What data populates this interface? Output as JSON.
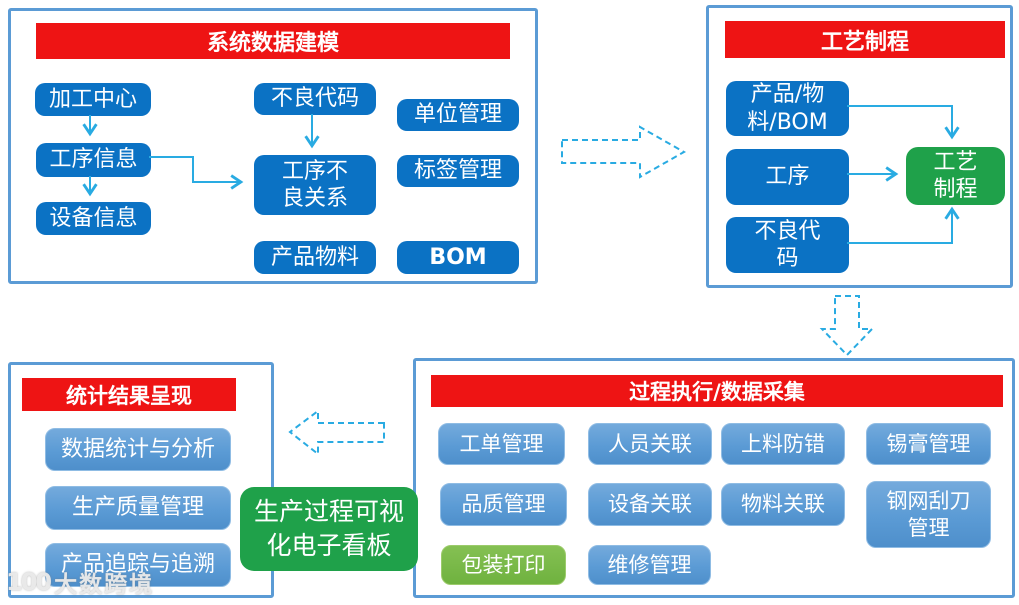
{
  "panels": {
    "modeling": {
      "title": "系统数据建模",
      "nodes": {
        "machining_center": "加工中心",
        "operation_info": "工序信息",
        "equipment_info": "设备信息",
        "defect_code": "不良代码",
        "operation_defect_relation": "工序不\n良关系",
        "product_material": "产品物料",
        "unit_management": "单位管理",
        "label_management": "标签管理",
        "bom": "BOM"
      }
    },
    "process": {
      "title": "工艺制程",
      "nodes": {
        "product_material_bom": "产品/物\n料/BOM",
        "operation": "工序",
        "defect_code": "不良代\n码",
        "process_route": "工艺\n制程"
      }
    },
    "stats": {
      "title": "统计结果呈现",
      "nodes": {
        "data_statistics_analysis": "数据统计与分析",
        "production_quality_management": "生产质量管理",
        "product_tracking_tracing": "产品追踪与追溯"
      }
    },
    "execution": {
      "title": "过程执行/数据采集",
      "nodes": {
        "work_order_management": "工单管理",
        "personnel_association": "人员关联",
        "loading_error_proofing": "上料防错",
        "solder_paste_management": "锡膏管理",
        "quality_management": "品质管理",
        "equipment_association": "设备关联",
        "material_association": "物料关联",
        "stencil_squeegee_management": "钢网刮刀\n管理",
        "packaging_printing": "包装打印",
        "repair_management": "维修管理"
      }
    }
  },
  "bridge": {
    "label": "生产过程可视\n化电子看板"
  },
  "watermark": {
    "logo": "100",
    "text": "大数跨境"
  },
  "colors": {
    "header_red": "#EE1414",
    "node_dark_blue": "#0B72C4",
    "node_light_blue": "#5B9BD5",
    "node_green": "#1FA14A",
    "node_light_green": "#6FB23F",
    "panel_border_blue": "#5B9BD5",
    "arrow_cyan": "#29ABE2"
  }
}
